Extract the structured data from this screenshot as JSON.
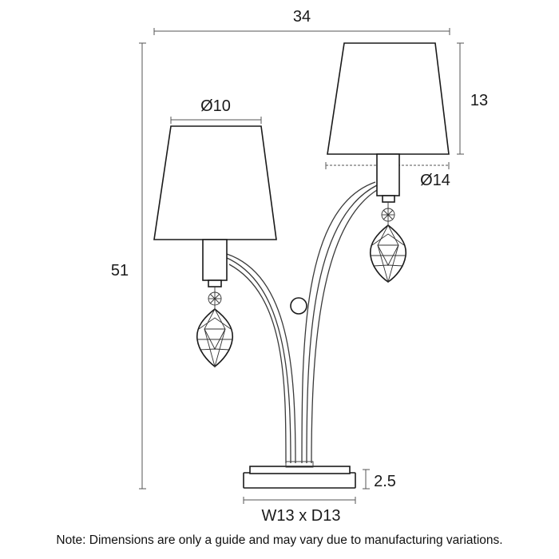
{
  "dimensions": {
    "overall_width": "34",
    "overall_height": "51",
    "left_shade_diameter": "Ø10",
    "right_shade_height": "13",
    "right_shade_diameter": "Ø14",
    "base_height": "2.5",
    "base_size": "W13 x D13"
  },
  "note": "Note: Dimensions are only a guide and may vary due to manufacturing variations."
}
